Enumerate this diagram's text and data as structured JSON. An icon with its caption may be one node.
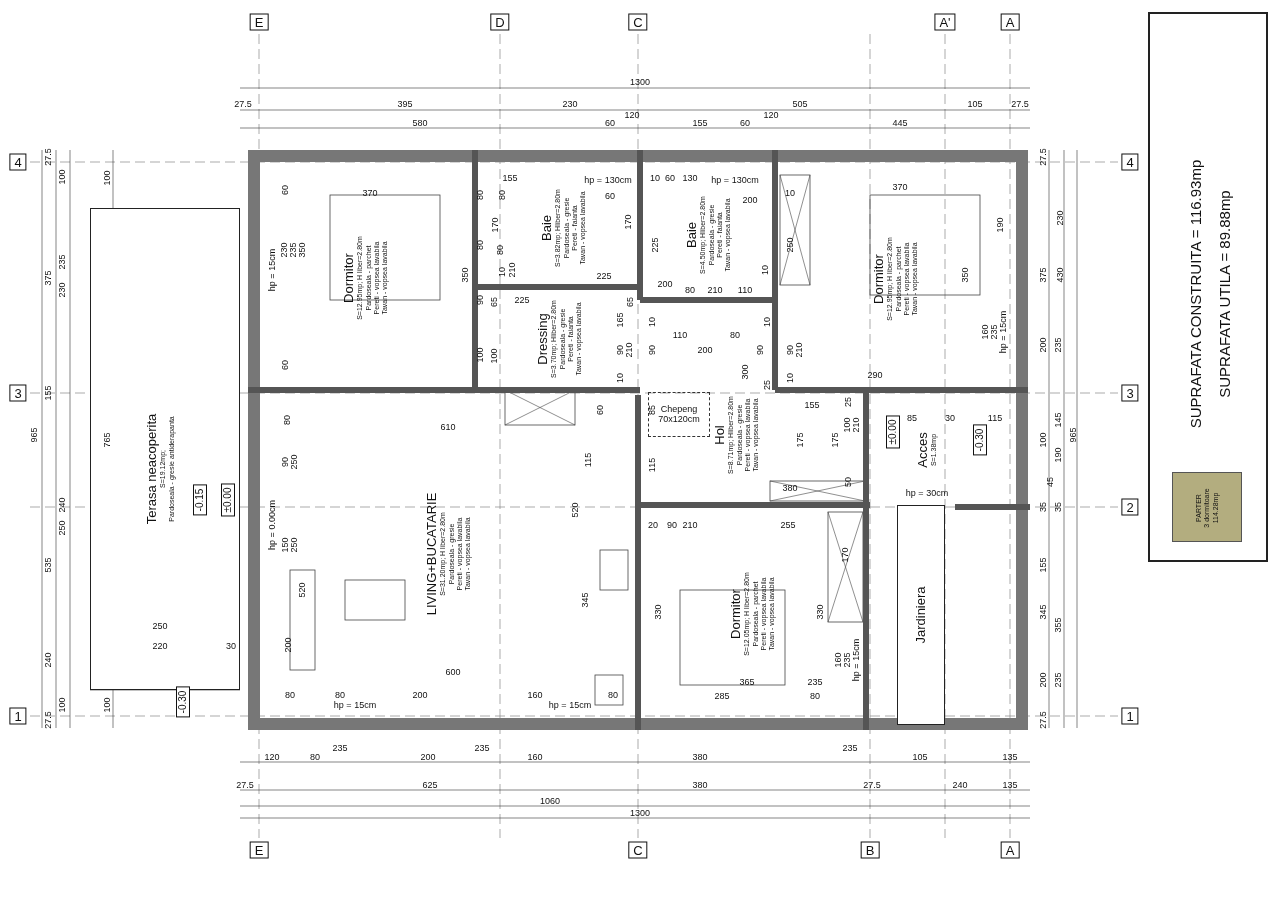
{
  "diagram": {
    "nodes": [
      {
        "text": [
          "Terasa neacoperita",
          "S=19.12mp;",
          "Pardoseala - gresie antiderapanta"
        ]
      },
      {
        "text": [
          "Dormitor",
          "S=12.95mp; H liber=2.80m",
          "Pardoseala - parchet",
          "Pereti - vopsea lavabila",
          "Tavan - vopsea lavabila"
        ]
      },
      {
        "text": [
          "Baie",
          "S=3.82mp; Hliber=2.80m",
          "Pardoseala - gresie",
          "Pereti - faianta",
          "Tavan - vopsea lavabila"
        ]
      },
      {
        "text": [
          "Dressing",
          "S=3.70mp; Hliber=2.80m",
          "Pardoseala - gresie",
          "Pereti - faianta",
          "Tavan - vopsea lavabila"
        ]
      },
      {
        "text": [
          "Baie",
          "S=4.50mp; Hliber=2.80m",
          "Pardoseala - gresie",
          "Pereti - faianta",
          "Tavan - vopsea lavabila"
        ]
      },
      {
        "text": [
          "Dormitor",
          "S=12.95mp; H liber=2.80m",
          "Pardoseala - parchet",
          "Pereti - vopsea lavabila",
          "Tavan - vopsea lavabila"
        ]
      },
      {
        "text": [
          "Hol",
          "S=8.71mp; Hliber=2.80m",
          "Pardoseala - gresie",
          "Pereti - vopsea lavabila",
          "Tavan - vopsea lavabila"
        ]
      },
      {
        "text": [
          "Chepeng 70x120cm"
        ],
        "in": 6
      },
      {
        "text": [
          "LIVING+BUCATARIE",
          "S=31.20mp; H liber=2.80m",
          "Pardoseala - gresie",
          "Pereti - vopsea lavabila",
          "Tavan - vopsea lavabila"
        ]
      },
      {
        "text": [
          "Dormitor",
          "S=12.05mp; H liber=2.80m",
          "Pardoseala - parchet",
          "Pereti - vopsea lavabila",
          "Tavan - vopsea lavabila"
        ]
      },
      {
        "text": [
          "Acces",
          "S=1.38mp"
        ]
      },
      {
        "text": [
          "Jardiniera"
        ]
      },
      {
        "text": [
          "SUPRAFATA CONSTRUITA = 116.93mp",
          "SUPRAFATA UTILA = 89.88mp"
        ]
      },
      {
        "text": [
          "PARTER",
          "3 dormitoare",
          "114.28mp"
        ],
        "in": 12
      }
    ],
    "labels": [
      "E",
      "D",
      "C",
      "A'",
      "A",
      "1300",
      "27.5",
      "395",
      "230",
      "505",
      "105",
      "27.5",
      "120",
      "120",
      "580",
      "60",
      "155",
      "60",
      "445",
      "4",
      "27.5",
      "100",
      "100",
      "375",
      "235",
      "230",
      "3",
      "155",
      "965",
      "765",
      "240",
      "250",
      "535",
      "240",
      "100",
      "100",
      "1",
      "27.5",
      "250",
      "220",
      "30",
      "-0.15",
      "±0.00",
      "-0.30",
      "±0.00",
      "-0.30",
      "60",
      "370",
      "hp = 15cm",
      "230",
      "235",
      "350",
      "60",
      "350",
      "80",
      "80",
      "90",
      "100",
      "80",
      "170",
      "80",
      "210",
      "10",
      "225",
      "155",
      "hp = 130cm",
      "60",
      "170",
      "65",
      "225",
      "65",
      "100",
      "165",
      "90",
      "210",
      "10",
      "10",
      "60",
      "130",
      "hp = 130cm",
      "200",
      "225",
      "200",
      "80",
      "210",
      "110",
      "10",
      "10",
      "110",
      "80",
      "10",
      "90",
      "200",
      "90",
      "300",
      "25",
      "85",
      "115",
      "175",
      "175",
      "100",
      "210",
      "380",
      "50",
      "155",
      "25",
      "10",
      "370",
      "250",
      "190",
      "350",
      "160",
      "235",
      "hp = 15cm",
      "90",
      "210",
      "10",
      "290",
      "85",
      "30",
      "115",
      "hp = 30cm",
      "80",
      "610",
      "60",
      "90",
      "250",
      "hp = 0.00cm",
      "150",
      "250",
      "520",
      "115",
      "520",
      "345",
      "200",
      "600",
      "80",
      "80",
      "200",
      "160",
      "80",
      "hp = 15cm",
      "hp = 15cm",
      "20",
      "90",
      "210",
      "255",
      "170",
      "330",
      "330",
      "160",
      "235",
      "hp = 15cm",
      "365",
      "285",
      "235",
      "80",
      "4",
      "27.5",
      "230",
      "375",
      "430",
      "200",
      "235",
      "3",
      "145",
      "100",
      "190",
      "965",
      "45",
      "35",
      "35",
      "2",
      "155",
      "345",
      "355",
      "200",
      "235",
      "1",
      "27.5",
      "120",
      "80",
      "235",
      "200",
      "235",
      "160",
      "380",
      "235",
      "105",
      "135",
      "27.5",
      "625",
      "380",
      "27.5",
      "240",
      "135",
      "1060",
      "1300",
      "E",
      "C",
      "B",
      "A"
    ]
  }
}
